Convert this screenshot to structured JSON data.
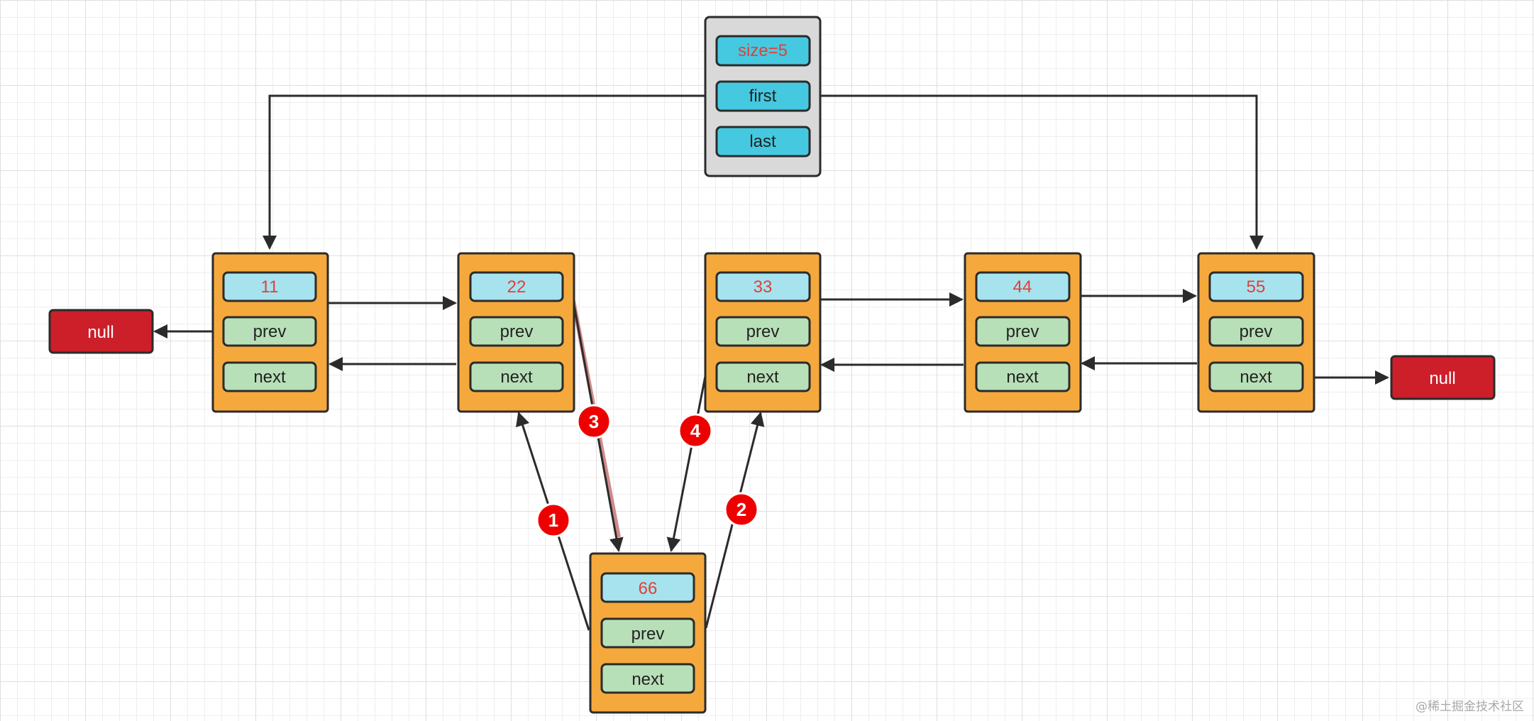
{
  "header": {
    "size_label": "size=5",
    "first_label": "first",
    "last_label": "last"
  },
  "nodes": [
    {
      "value": "11",
      "prev": "prev",
      "next": "next"
    },
    {
      "value": "22",
      "prev": "prev",
      "next": "next"
    },
    {
      "value": "33",
      "prev": "prev",
      "next": "next"
    },
    {
      "value": "44",
      "prev": "prev",
      "next": "next"
    },
    {
      "value": "55",
      "prev": "prev",
      "next": "next"
    }
  ],
  "new_node": {
    "value": "66",
    "prev": "prev",
    "next": "next"
  },
  "null_left": "null",
  "null_right": "null",
  "steps": [
    "1",
    "2",
    "3",
    "4"
  ],
  "watermark": "@稀土掘金技术社区",
  "colors": {
    "node_fill": "#f5a93c",
    "header_fill": "#d9d9d9",
    "value_fill": "#a6e3ee",
    "field_fill": "#b8e0b8",
    "header_field_fill": "#45c9e0",
    "value_text": "#e0403a",
    "null_fill": "#cc1f2a",
    "step_fill": "#ee0000",
    "line": "#2b2b2b"
  }
}
